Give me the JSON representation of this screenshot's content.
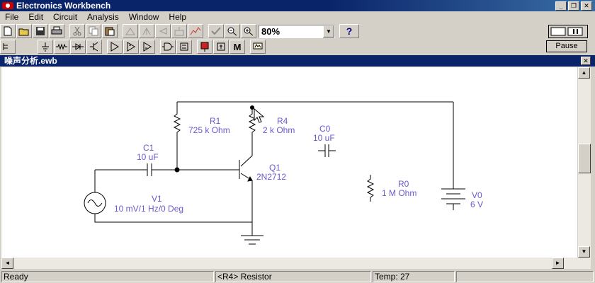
{
  "app": {
    "title": "Electronics Workbench"
  },
  "window_controls": {
    "minimize": "_",
    "restore": "❐",
    "close": "✕"
  },
  "menu": [
    "File",
    "Edit",
    "Circuit",
    "Analysis",
    "Window",
    "Help"
  ],
  "toolbar": {
    "zoom_value": "80%",
    "zoom_arrow": "▼",
    "help_label": "?",
    "pause_label": "Pause"
  },
  "toolbar2": {
    "parts_bin_label": "M"
  },
  "document": {
    "title": "噪声分析.ewb",
    "close": "✕"
  },
  "scroll": {
    "up": "▲",
    "down": "▼",
    "left": "◄",
    "right": "►"
  },
  "circuit": {
    "components": [
      {
        "ref": "R1",
        "value": "725 k Ohm"
      },
      {
        "ref": "R4",
        "value": "2 k Ohm"
      },
      {
        "ref": "C0",
        "value": "10 uF"
      },
      {
        "ref": "C1",
        "value": "10 uF"
      },
      {
        "ref": "Q1",
        "value": "2N2712"
      },
      {
        "ref": "R0",
        "value": "1 M Ohm"
      },
      {
        "ref": "V1",
        "value": "10 mV/1 Hz/0 Deg"
      },
      {
        "ref": "V0",
        "value": "6 V"
      }
    ]
  },
  "status": {
    "state": "Ready",
    "selection": "<R4> Resistor",
    "temp": "Temp:  27"
  }
}
